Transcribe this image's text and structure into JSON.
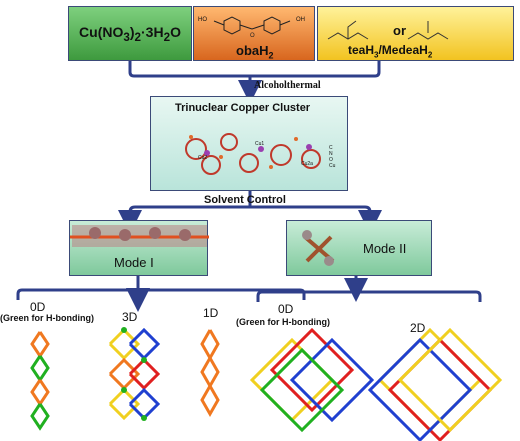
{
  "reactants": {
    "metal_salt": "Cu(NO3)2·3H2O",
    "ligand": "obaH2",
    "amine_main": "teaH3/MedeaH2",
    "amine_or": "or",
    "ho_label": "HO",
    "oh_label": "OH"
  },
  "reaction_condition": "Alcoholthermal",
  "cluster": {
    "title": "Trinuclear Copper Cluster",
    "atom_labels": [
      "Cu1",
      "Cu2",
      "Cu2a"
    ],
    "legend": [
      "C",
      "N",
      "O",
      "Cu"
    ]
  },
  "control_label": "Solvent  Control",
  "modes": {
    "mode1": "Mode I",
    "mode2": "Mode II"
  },
  "topologies": {
    "m1_0d": "0D",
    "m1_note": "(Green for H-bonding)",
    "m1_3d": "3D",
    "m1_1d": "1D",
    "m2_0d": "0D",
    "m2_note": "(Green for H-bonding)",
    "m2_2d": "2D"
  },
  "colors": {
    "border": "#3b4a78",
    "arrow": "#2f3f8a",
    "net_red": "#e02020",
    "net_blue": "#2040d0",
    "net_yellow": "#f0d020",
    "net_orange": "#f07820",
    "net_green": "#20b020"
  }
}
